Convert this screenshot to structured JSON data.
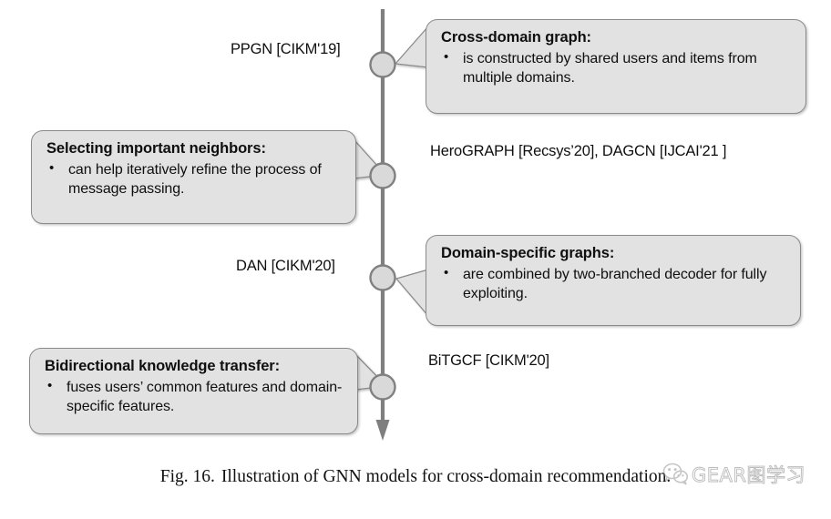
{
  "figure": {
    "caption_label": "Fig. 16.",
    "caption_text": "Illustration of GNN models for cross-domain recommendation.",
    "background_color": "#ffffff",
    "timeline_color": "#808080",
    "node_fill_color": "#d9d9d9",
    "node_border_color": "#808080",
    "callout_fill_color": "#e2e2e2",
    "callout_border_color": "#8a8a8a"
  },
  "timeline": {
    "orientation": "vertical-downward-arrow",
    "nodes": [
      {
        "id": "node-ppgn",
        "side_label": "PPGN [CIKM'19]",
        "label_side": "left",
        "callout_side": "right"
      },
      {
        "id": "node-herograph",
        "side_label": "HeroGRAPH [Recsys’20], DAGCN [IJCAI'21 ]",
        "label_side": "right",
        "callout_side": "left"
      },
      {
        "id": "node-dan",
        "side_label": "DAN [CIKM'20]",
        "label_side": "left",
        "callout_side": "right"
      },
      {
        "id": "node-bitgcf",
        "side_label": "BiTGCF [CIKM'20]",
        "label_side": "right",
        "callout_side": "left"
      }
    ]
  },
  "callouts": [
    {
      "id": "cross-domain",
      "title": "Cross-domain graph:",
      "bullets": [
        "is constructed by shared users and items from multiple domains."
      ]
    },
    {
      "id": "selecting-neighbors",
      "title": "Selecting important neighbors:",
      "bullets": [
        "can help iteratively refine the process of message passing."
      ]
    },
    {
      "id": "domain-specific",
      "title": "Domain-specific graphs:",
      "bullets": [
        "are combined by two-branched decoder for fully exploiting."
      ]
    },
    {
      "id": "bidirectional",
      "title": "Bidirectional knowledge transfer:",
      "bullets": [
        "fuses users’ common features and domain-specific features."
      ]
    }
  ],
  "watermark": {
    "text": "GEAR图学习",
    "icon": "wechat-icon"
  }
}
